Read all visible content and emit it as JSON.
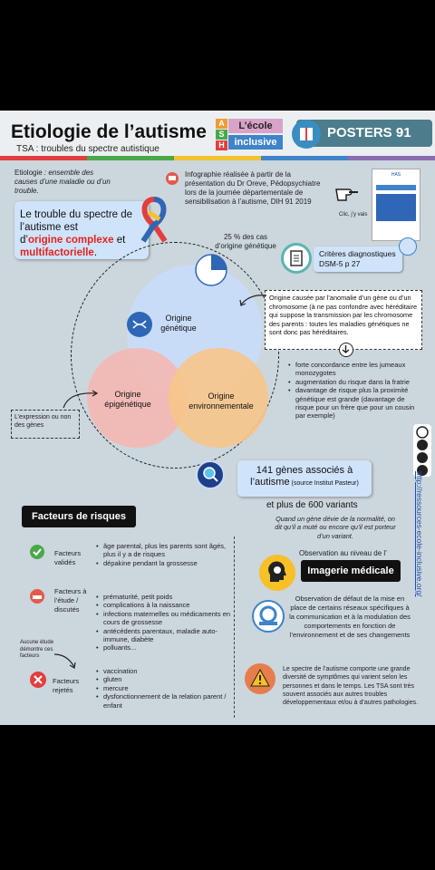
{
  "header": {
    "title": "Etiologie de l’autisme",
    "subtitle": "TSA : troubles du spectre autistique",
    "ash_letters": [
      "A",
      "S",
      "H"
    ],
    "ecole": "L’école",
    "inclusive": "inclusive",
    "posters": "POSTERS 91"
  },
  "intro": {
    "etiologie_label": "Etiologie",
    "etiologie_text": " : ensemble des causes d’une maladie ou d’un trouble.",
    "infographic_note": "Infographie réalisée à partir de la présentation du Dr Oreve, Pédopsychiatre lors de la journée départementale de sensibilisation à l’autisme, DIH 91 2019",
    "click_label": "Clic, j’y vais",
    "has_label": "HAS"
  },
  "definition": {
    "line1": "Le trouble du spectre de l’autisme est",
    "prefix": "d’",
    "highlight1": "origine complexe",
    "middle": " et ",
    "highlight2": "multifactorielle",
    "suffix": "."
  },
  "criteria": {
    "label": "Critères diagnostiques DSM-5 p 27"
  },
  "venn": {
    "pct_label": "25 % des cas d’origine génétique",
    "genetic": "Origine génétique",
    "epigenetic": "Origine épigénétique",
    "environmental": "Origine environnementale",
    "expression_note": "L’expression ou non des gènes"
  },
  "genetic_box": {
    "text": "Origine causée par l’anomalie d’un gène ou d’un chromosome (à ne pas confondre avec héréditaire qui suppose la transmission par les chromosome des parents : toutes les maladies génétiques ne sont donc pas héréditaires."
  },
  "genetic_bullets": [
    "forte concordance entre les jumeaux monozygotes",
    "augmentation du risque dans la fratrie",
    "davantage de risque plus la proximité génétique est grande (davantage de risque pour un frère que pour un cousin par exemple)"
  ],
  "genes": {
    "box_main": "141 gènes associés à l’autisme",
    "box_source": " (source Institut Pasteur)",
    "variants": "et plus de 600 variants",
    "mutation_note": "Quand un gène dévie de la normalité, on dit qu’il a muté ou encore qu’il est porteur d’un variant."
  },
  "link": {
    "url": "http://ressources-ecole-inclusive.org/"
  },
  "risk": {
    "title": "Facteurs de risques",
    "validated_label": "Facteurs validés",
    "validated_items": [
      "âge parental, plus les parents sont âgés, plus il y a de risques",
      "dépakine pendant la grossesse"
    ],
    "study_label": "Facteurs à l’étude / discutés",
    "study_items": [
      "prématurité, petit poids",
      "complications à la naissance",
      "infections maternelles ou médicaments en cours de grossesse",
      "antécédents parentaux, maladie auto-immune, diabète",
      "polluants..."
    ],
    "no_study_note": "Aucune étude démontre ces facteurs",
    "rejected_label": "Facteurs rejetés",
    "rejected_items": [
      "vaccination",
      "gluten",
      "mercure",
      "dysfonctionnement de la relation parent / enfant"
    ]
  },
  "imaging": {
    "observation": "Observation au niveau de l’",
    "title": "Imagerie médicale",
    "text": "Observation de défaut de la mise en place de certains réseaux spécifiques à la communication et à la modulation des comportements en fonction de l’environnement et de ses changements"
  },
  "warning": {
    "text": "Le spectre de l’autisme comporte une grande diversité de symptômes qui varient selon les personnes et dans le temps. Les TSA sont très souvent associés aux autres troubles développementaux et/ou à d’autres pathologies."
  },
  "colors": {
    "poster_bg": "#ccd6dd",
    "genetic_circle": "#c9dcf7",
    "epigenetic_circle": "#f4b8b3",
    "environmental_circle": "#f7c58a",
    "accent_red": "#e3231d",
    "link_blue": "#1b4fae"
  }
}
